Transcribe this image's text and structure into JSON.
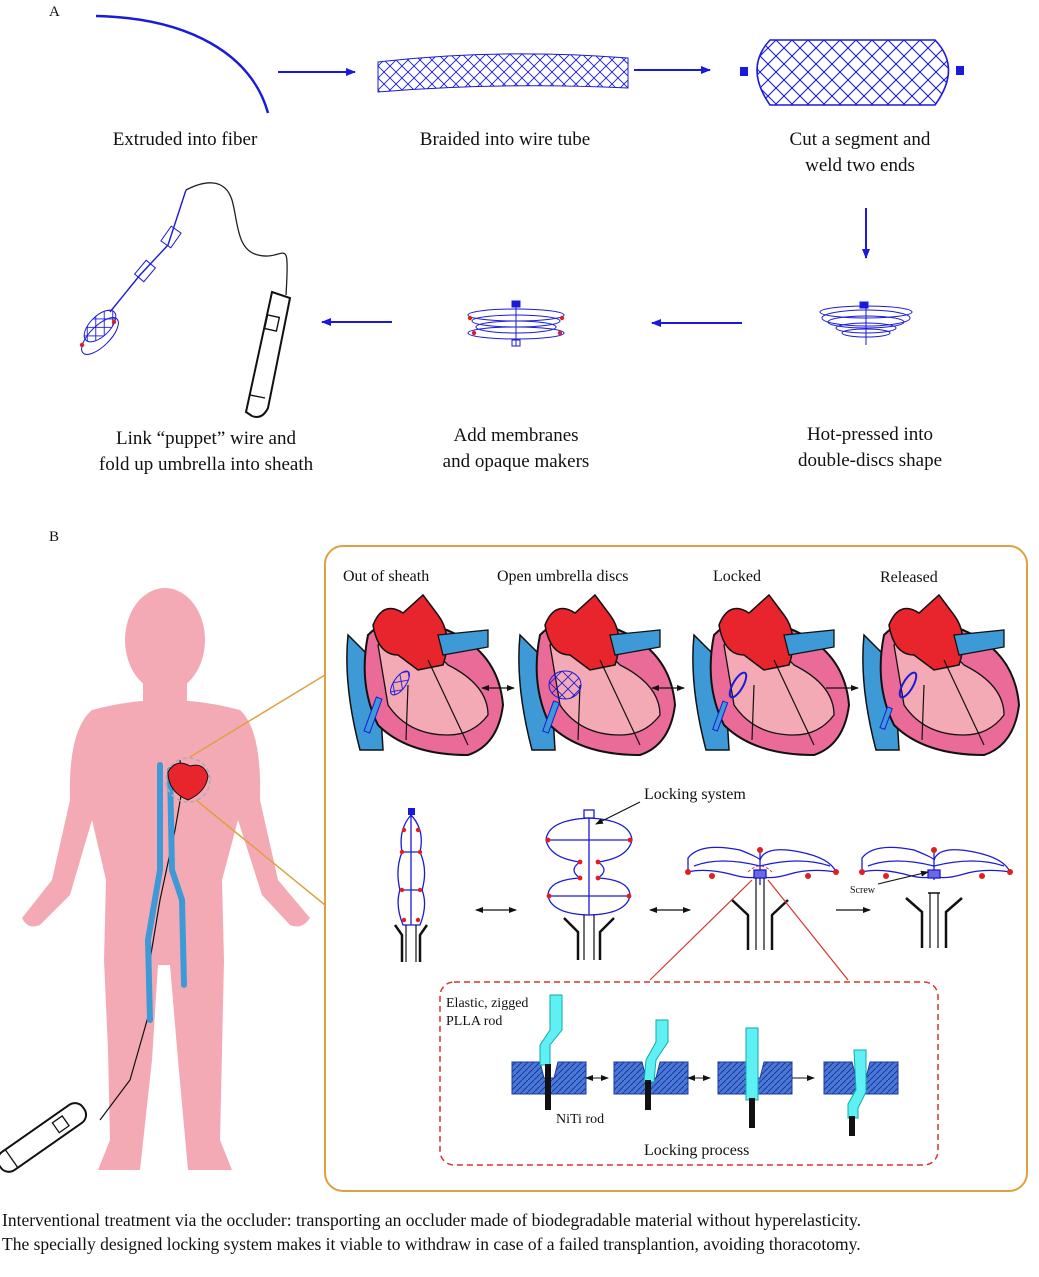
{
  "panel_a": {
    "letter": "A",
    "steps": [
      {
        "lines": [
          "Extruded into fiber"
        ]
      },
      {
        "lines": [
          "Braided into wire tube"
        ]
      },
      {
        "lines": [
          "Cut a segment and",
          "weld two ends"
        ]
      },
      {
        "lines": [
          "Hot-pressed into",
          "double-discs shape"
        ]
      },
      {
        "lines": [
          "Add membranes",
          "and opaque makers"
        ]
      },
      {
        "lines": [
          "Link “puppet” wire and",
          "fold up umbrella into sheath"
        ]
      }
    ]
  },
  "panel_b": {
    "letter": "B",
    "stages": [
      "Out of sheath",
      "Open umbrella discs",
      "Locked",
      "Released"
    ],
    "locking_system_label": "Locking system",
    "screw_label": "Screw",
    "rod_label_lines": [
      "Elastic, zigged",
      "PLLA rod"
    ],
    "niti_label": "NiTi rod",
    "locking_process_label": "Locking process"
  },
  "caption": {
    "lines": [
      "Interventional treatment via the occluder: transporting an occluder made of  biodegradable material without hyperelasticity.",
      "The specially designed locking system makes it viable to withdraw  in case of a failed transplantion, avoiding thoracotomy."
    ]
  },
  "colors": {
    "device_blue": "#1a1adb",
    "frame_orange": "#e0a040",
    "body_pink": "#f4aab4",
    "heart_red": "#e8242c",
    "vessel_blue": "#3d9ad6",
    "rod_cyan": "#5ef0f2",
    "dashed_red": "#d9342b"
  }
}
